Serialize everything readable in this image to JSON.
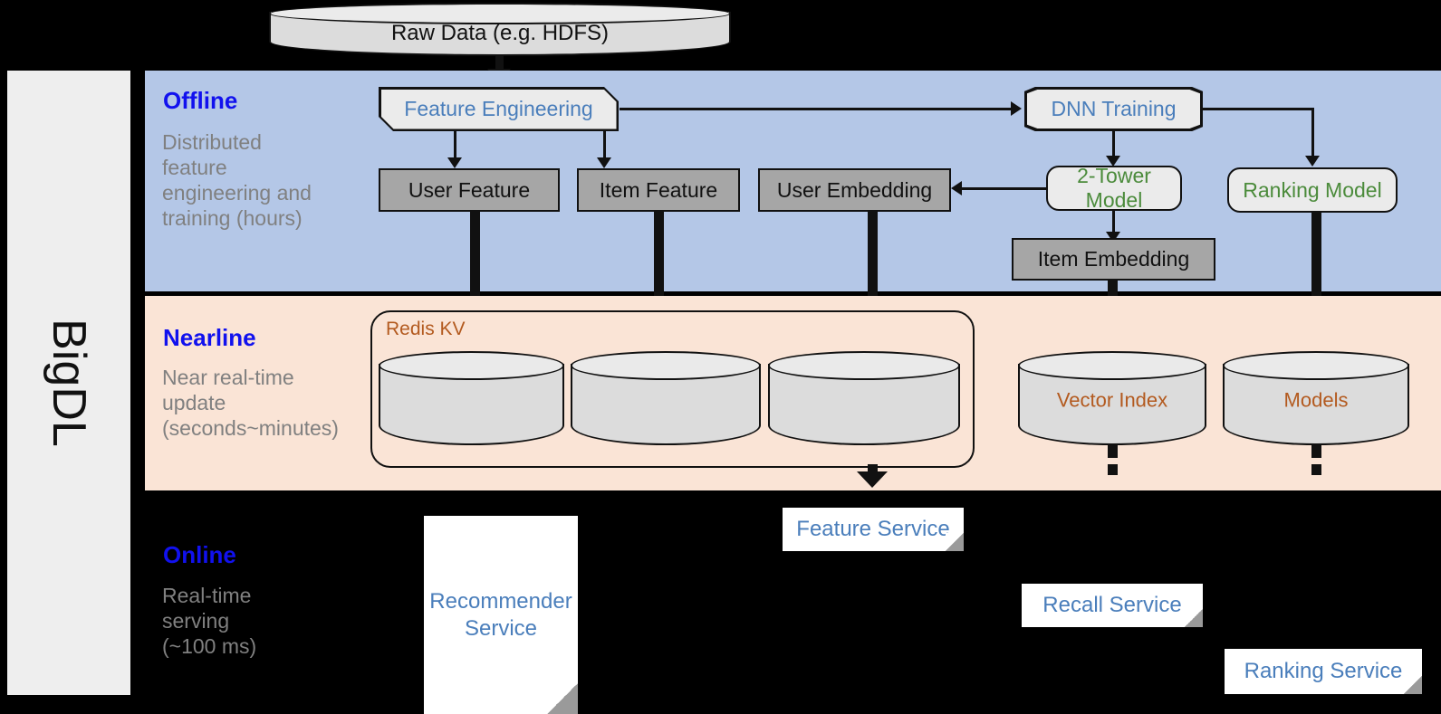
{
  "rail": {
    "label": "BigDL"
  },
  "source": {
    "label": "Raw Data (e.g. HDFS)"
  },
  "bands": {
    "offline": {
      "title": "Offline",
      "subtitle": "Distributed\nfeature\nengineering and\ntraining (hours)"
    },
    "nearline": {
      "title": "Nearline",
      "subtitle": "Near real-time\nupdate\n(seconds~minutes)"
    },
    "online": {
      "title": "Online",
      "subtitle": "Real-time\nserving\n(~100 ms)"
    }
  },
  "offline_nodes": {
    "feature_engineering": "Feature Engineering",
    "dnn_training": "DNN Training",
    "user_feature": "User Feature",
    "item_feature": "Item Feature",
    "user_embedding": "User Embedding",
    "two_tower_model": "2-Tower Model",
    "ranking_model": "Ranking Model",
    "item_embedding": "Item Embedding"
  },
  "nearline_nodes": {
    "redis_kv": "Redis KV",
    "store_1": "",
    "store_2": "",
    "store_3": "",
    "vector_index": "Vector Index",
    "models": "Models"
  },
  "online_nodes": {
    "recommender_service": "Recommender\nService",
    "feature_service": "Feature Service",
    "recall_service": "Recall Service",
    "ranking_service": "Ranking Service"
  },
  "colors": {
    "offline_band": "#b4c7e7",
    "nearline_band": "#fae4d6",
    "online_band": "#000000",
    "band_title": "#1111ee",
    "band_subtitle": "#808080",
    "process_text": "#4a7ebb",
    "model_text": "#4b8b3b",
    "store_text": "#b35a1f",
    "data_box": "#a6a6a6",
    "rail_bg": "#eeeeee"
  }
}
